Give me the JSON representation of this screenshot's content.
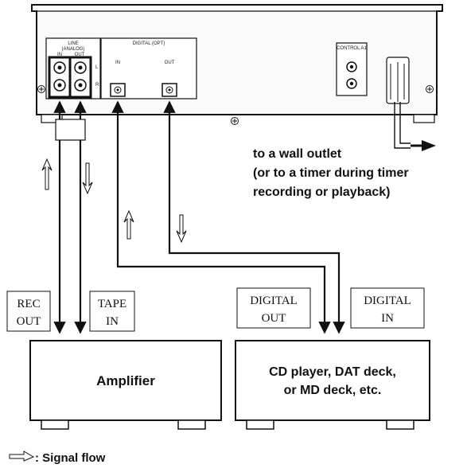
{
  "rear_panel": {
    "line_label": "LINE",
    "line_sublabel": "(ANALOG)",
    "line_in": "IN",
    "line_out": "OUT",
    "channel_l": "L",
    "channel_r": "R",
    "digital_label": "DIGITAL (OPT)",
    "digital_in": "IN",
    "digital_out": "OUT",
    "control_label": "CONTROL A1"
  },
  "power_note": {
    "line1": "to a wall outlet",
    "line2": "(or to a timer during timer",
    "line3": "recording or playback)"
  },
  "labels": {
    "rec_out_1": "REC",
    "rec_out_2": "OUT",
    "tape_in_1": "TAPE",
    "tape_in_2": "IN",
    "digital_out_1": "DIGITAL",
    "digital_out_2": "OUT",
    "digital_in_1": "DIGITAL",
    "digital_in_2": "IN"
  },
  "devices": {
    "amplifier": "Amplifier",
    "cd_line1": "CD player, DAT deck,",
    "cd_line2": "or MD deck, etc."
  },
  "legend": {
    "text": ": Signal flow"
  }
}
